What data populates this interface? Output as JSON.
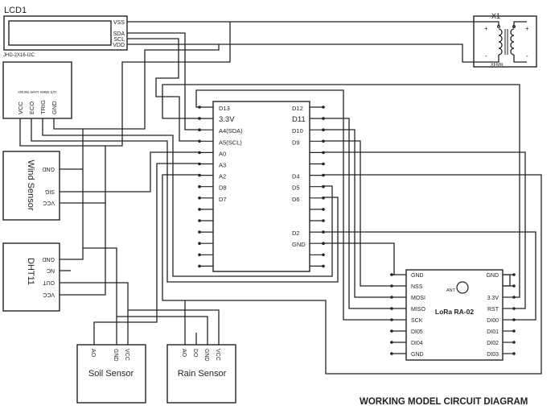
{
  "title": "WORKING MODEL CIRCUIT DIAGRAM",
  "lcd": {
    "ref": "LCD1",
    "part": "JHD-2X16-I2C",
    "pins": [
      "VSS",
      "SDA",
      "SCL",
      "VDD"
    ]
  },
  "ultrasonic": {
    "label": "U/S Water Level Sensor",
    "pins": [
      "VCC",
      "ECO",
      "TRIG",
      "GND"
    ]
  },
  "wind": {
    "label": "Wind Sensor",
    "pins": [
      "GND",
      "SIG",
      "VCC"
    ]
  },
  "dht": {
    "label": "DHT11",
    "pins": [
      "GND",
      "NC",
      "OUT",
      "VCC"
    ]
  },
  "soil": {
    "label": "Soil Sensor",
    "pins": [
      "AO",
      "GND",
      "VCC"
    ]
  },
  "rain": {
    "label": "Rain Sensor",
    "pins": [
      "AO",
      "DO",
      "GND",
      "VCC"
    ]
  },
  "mcu": {
    "left_pins": [
      "D13",
      "3.3V",
      "A4(SDA)",
      "A5(SCL)",
      "A0",
      "A3",
      "A2",
      "D8",
      "D7",
      "",
      "",
      "",
      "",
      "",
      ""
    ],
    "right_pins": [
      "D12",
      "D11",
      "D10",
      "D9",
      "",
      "",
      "D4",
      "D5",
      "D6",
      "",
      "",
      "D2",
      "GND",
      "",
      ""
    ]
  },
  "lora": {
    "label": "LoRa RA-02",
    "antenna": "ANT",
    "left_pins": [
      "GND",
      "NSS",
      "MOSI",
      "MISO",
      "SCK",
      "DI05",
      "DI04",
      "GND"
    ],
    "right_pins": [
      "GND",
      "",
      "3.3V",
      "RST",
      "DI00",
      "DI01",
      "DI02",
      "DI03"
    ]
  },
  "transformer": {
    "ref": "X1",
    "part": "XFMR",
    "primary_plus": "+",
    "primary_minus": "-",
    "secondary_plus": "+",
    "secondary_minus": "-"
  }
}
